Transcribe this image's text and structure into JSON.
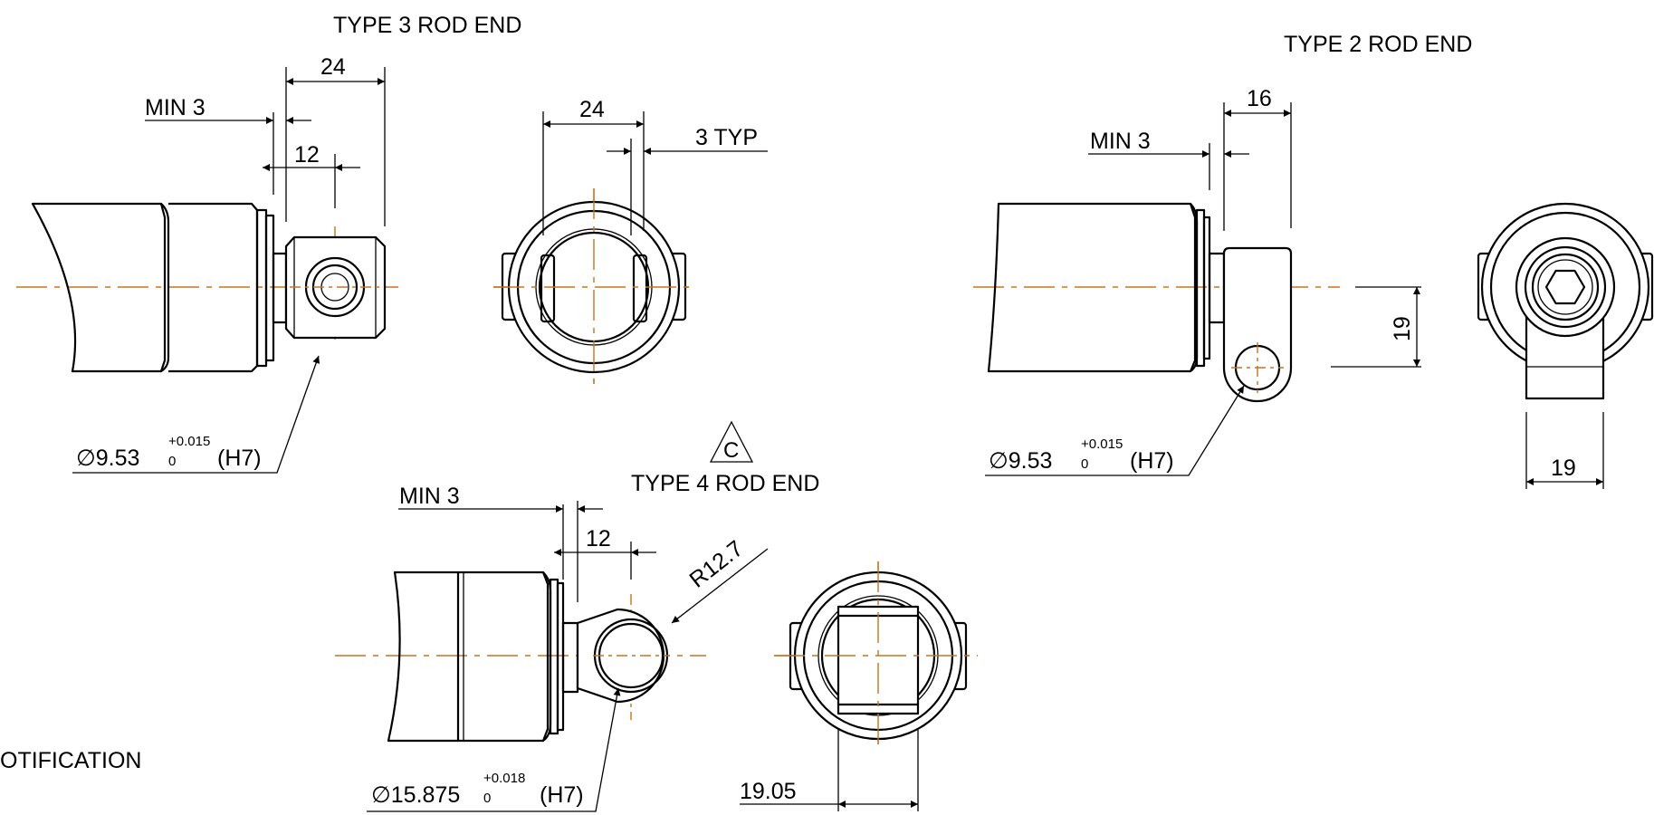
{
  "colors": {
    "line": "#000000",
    "centerline": "#c8731e",
    "background": "#ffffff"
  },
  "type3": {
    "title": "TYPE 3 ROD END",
    "dim_min": "MIN 3",
    "dim_width": "24",
    "dim_center": "12",
    "side_width": "24",
    "side_typ": "3 TYP",
    "hole_prefix": "∅",
    "hole_value": "9.53",
    "hole_upper": "+0.015",
    "hole_lower": "0",
    "hole_fit": "(H7)"
  },
  "type2": {
    "title": "TYPE 2 ROD END",
    "dim_min": "MIN 3",
    "dim_width": "16",
    "dim_offset": "19",
    "dim_bottom": "19",
    "hole_prefix": "∅",
    "hole_value": "9.53",
    "hole_upper": "+0.015",
    "hole_lower": "0",
    "hole_fit": "(H7)"
  },
  "type4": {
    "revision": "C",
    "title": "TYPE 4 ROD END",
    "dim_min": "MIN 3",
    "dim_center": "12",
    "radius": "R12.7",
    "dim_width": "19.05",
    "hole_prefix": "∅",
    "hole_value": "15.875",
    "hole_upper": "+0.018",
    "hole_lower": "0",
    "hole_fit": "(H7)"
  },
  "notes": {
    "partial": "OTIFICATION"
  }
}
